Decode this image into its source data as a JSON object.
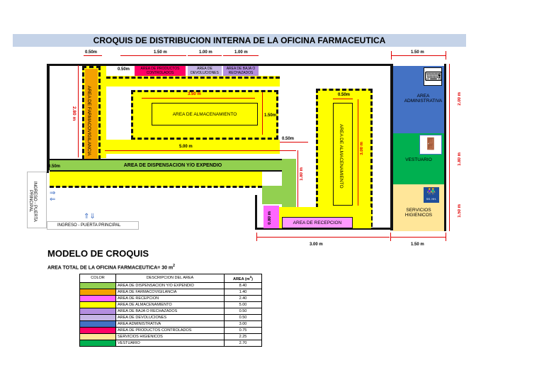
{
  "title": "CROQUIS DE DISTRIBUCION INTERNA DE LA OFICINA FARMACEUTICA",
  "dims": {
    "d1": "0.50m",
    "d2": "1.50 m",
    "d3": "1.00 m",
    "d4": "1.00 m",
    "d5": "1.50 m",
    "d6": "0.50m",
    "d7": "3.50 m",
    "d8": "1.50m",
    "d9": "5.00 m",
    "d10": "0.50m",
    "d11": "0.50m",
    "d12": "3.00 m",
    "d13": "0.50m",
    "d14": "1.80 m",
    "d15": "0.80 m",
    "d16": "2.00 m",
    "d17": "1.80 m",
    "d18": "1.50 m",
    "d19": "3.00 m",
    "d20": "1.50 m",
    "d21": "2.80 m"
  },
  "areas": {
    "farmacovigilancia": "AREA DE FARMACOVIGILANCIA",
    "controlados": "AREA DE PRODUCTOS CONTROLADOS",
    "devoluciones": "AREA DE DEVOLUCIONES",
    "baja": "AREA DE BAJA O RECHAZADOS",
    "almacen1": "AREA DE ALMACENAMIENTO",
    "almacen2": "AREA DE ALMACENAMIENTO",
    "dispensacion": "AREA DE DISPENSACION Y/O EXPENDIO",
    "recepcion": "AREA DE RECEPCION",
    "administrativa": "AREA ADMINISTRATIVA",
    "vestuario": "VESTUARIO",
    "higienicos": "SERVICIOS HIGIENICOS",
    "ssh": "SS. HH.",
    "ingreso_side": "INGRESO - PUERTA PRINCIPAL",
    "ingreso_bottom": "INGRESO - PUERTA PRINCIPAL"
  },
  "heading": "MODELO DE CROQUIS",
  "total": {
    "label": "AREA TOTAL DE LA OFICINA FARMACEUTICA= 30 m",
    "sup": "2"
  },
  "legend": {
    "headers": {
      "color": "COLOR",
      "desc": "DESCRIPCION DEL AREA",
      "area": "AREA (m",
      "area_sup": "2",
      "area_close": ")"
    },
    "rows": [
      {
        "color": "#92d050",
        "desc": "AREA DE DISPENSACION Y/O EXPENDIO",
        "area": "8.40"
      },
      {
        "color": "#f4a100",
        "desc": "AREA DE FARMACOVIGILANCIA",
        "area": "1.40"
      },
      {
        "color": "#ff66ff",
        "desc": "AREA DE RECEPCION",
        "area": "2.40"
      },
      {
        "color": "#ffff00",
        "desc": "AREA DE ALMACENAMIENTO",
        "area": "5.00"
      },
      {
        "color": "#b48ee0",
        "desc": "AREA DE BAJA O RECHAZADOS",
        "area": "0.50"
      },
      {
        "color": "#c7b6e6",
        "desc": "AREA DE DEVOLUCIONES",
        "area": "0.50"
      },
      {
        "color": "#4472c4",
        "desc": "AREA ADMINISTRATIVA",
        "area": "3.00"
      },
      {
        "color": "#ff0066",
        "desc": "AREA DE PRODUCTOS CONTROLADOS",
        "area": "0.75"
      },
      {
        "color": "#ffe699",
        "desc": "SERVICIOS HIGIENICOS",
        "area": "2.25"
      },
      {
        "color": "#00b050",
        "desc": "VESTUARIO",
        "area": "2.70"
      }
    ]
  }
}
